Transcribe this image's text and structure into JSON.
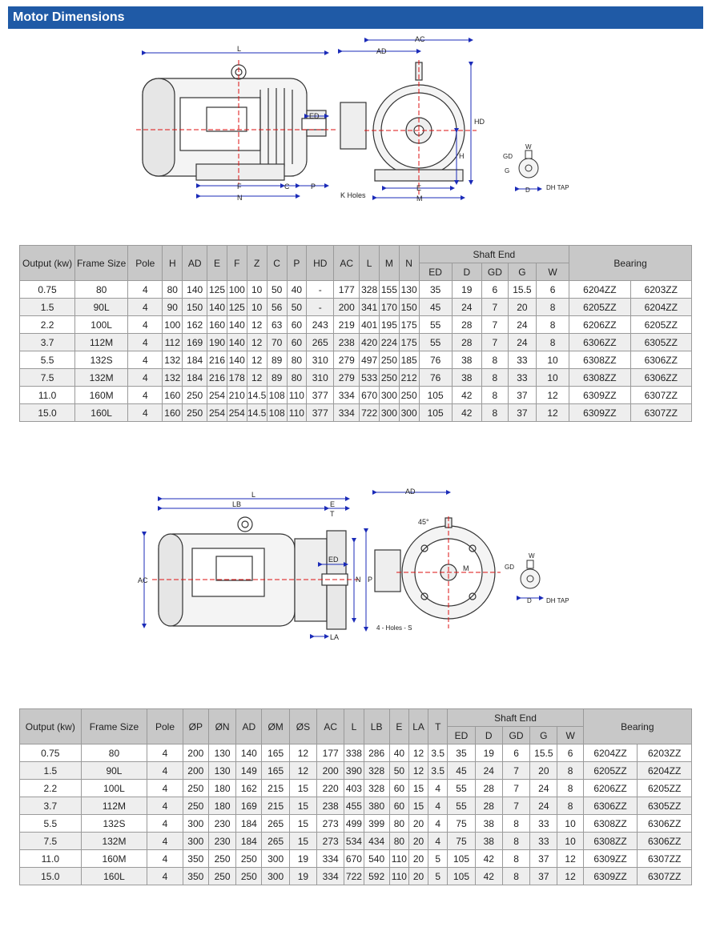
{
  "page_title": "Motor Dimensions",
  "drawing1": {
    "labels": {
      "L": "L",
      "AC": "AC",
      "AD": "AD",
      "ED": "ED",
      "HD": "HD",
      "H": "H",
      "GD": "GD",
      "W": "W",
      "G": "G",
      "F": "F",
      "C": "C",
      "P": "P",
      "N": "N",
      "E": "E",
      "M": "M",
      "D": "D",
      "DH": "DH TAP",
      "K": "K Holes"
    }
  },
  "drawing2": {
    "labels": {
      "L": "L",
      "LB": "LB",
      "E": "E",
      "T": "T",
      "AD": "AD",
      "AC": "AC",
      "ED": "ED",
      "N": "N",
      "P": "P",
      "LA": "LA",
      "ANGLE": "45°",
      "M": "M",
      "HOLES": "4 - Holes - S",
      "GD": "GD",
      "W": "W",
      "D": "D",
      "DH": "DH TAP"
    }
  },
  "table1": {
    "headers": [
      "Output (kw)",
      "Frame Size",
      "Pole",
      "H",
      "AD",
      "E",
      "F",
      "Z",
      "C",
      "P",
      "HD",
      "AC",
      "L",
      "M",
      "N"
    ],
    "shaft_end_label": "Shaft End",
    "shaft_headers": [
      "ED",
      "D",
      "GD",
      "G",
      "W"
    ],
    "bearing_label": "Bearing",
    "rows": [
      [
        "0.75",
        "80",
        "4",
        "80",
        "140",
        "125",
        "100",
        "10",
        "50",
        "40",
        "-",
        "177",
        "328",
        "155",
        "130",
        "35",
        "19",
        "6",
        "15.5",
        "6",
        "6204ZZ",
        "6203ZZ"
      ],
      [
        "1.5",
        "90L",
        "4",
        "90",
        "150",
        "140",
        "125",
        "10",
        "56",
        "50",
        "-",
        "200",
        "341",
        "170",
        "150",
        "45",
        "24",
        "7",
        "20",
        "8",
        "6205ZZ",
        "6204ZZ"
      ],
      [
        "2.2",
        "100L",
        "4",
        "100",
        "162",
        "160",
        "140",
        "12",
        "63",
        "60",
        "243",
        "219",
        "401",
        "195",
        "175",
        "55",
        "28",
        "7",
        "24",
        "8",
        "6206ZZ",
        "6205ZZ"
      ],
      [
        "3.7",
        "112M",
        "4",
        "112",
        "169",
        "190",
        "140",
        "12",
        "70",
        "60",
        "265",
        "238",
        "420",
        "224",
        "175",
        "55",
        "28",
        "7",
        "24",
        "8",
        "6306ZZ",
        "6305ZZ"
      ],
      [
        "5.5",
        "132S",
        "4",
        "132",
        "184",
        "216",
        "140",
        "12",
        "89",
        "80",
        "310",
        "279",
        "497",
        "250",
        "185",
        "76",
        "38",
        "8",
        "33",
        "10",
        "6308ZZ",
        "6306ZZ"
      ],
      [
        "7.5",
        "132M",
        "4",
        "132",
        "184",
        "216",
        "178",
        "12",
        "89",
        "80",
        "310",
        "279",
        "533",
        "250",
        "212",
        "76",
        "38",
        "8",
        "33",
        "10",
        "6308ZZ",
        "6306ZZ"
      ],
      [
        "11.0",
        "160M",
        "4",
        "160",
        "250",
        "254",
        "210",
        "14.5",
        "108",
        "110",
        "377",
        "334",
        "670",
        "300",
        "250",
        "105",
        "42",
        "8",
        "37",
        "12",
        "6309ZZ",
        "6307ZZ"
      ],
      [
        "15.0",
        "160L",
        "4",
        "160",
        "250",
        "254",
        "254",
        "14.5",
        "108",
        "110",
        "377",
        "334",
        "722",
        "300",
        "300",
        "105",
        "42",
        "8",
        "37",
        "12",
        "6309ZZ",
        "6307ZZ"
      ]
    ]
  },
  "table2": {
    "headers": [
      "Output (kw)",
      "Frame Size",
      "Pole",
      "ØP",
      "ØN",
      "AD",
      "ØM",
      "ØS",
      "AC",
      "L",
      "LB",
      "E",
      "LA",
      "T"
    ],
    "shaft_end_label": "Shaft End",
    "shaft_headers": [
      "ED",
      "D",
      "GD",
      "G",
      "W"
    ],
    "bearing_label": "Bearing",
    "rows": [
      [
        "0.75",
        "80",
        "4",
        "200",
        "130",
        "140",
        "165",
        "12",
        "177",
        "338",
        "286",
        "40",
        "12",
        "3.5",
        "35",
        "19",
        "6",
        "15.5",
        "6",
        "6204ZZ",
        "6203ZZ"
      ],
      [
        "1.5",
        "90L",
        "4",
        "200",
        "130",
        "149",
        "165",
        "12",
        "200",
        "390",
        "328",
        "50",
        "12",
        "3.5",
        "45",
        "24",
        "7",
        "20",
        "8",
        "6205ZZ",
        "6204ZZ"
      ],
      [
        "2.2",
        "100L",
        "4",
        "250",
        "180",
        "162",
        "215",
        "15",
        "220",
        "403",
        "328",
        "60",
        "15",
        "4",
        "55",
        "28",
        "7",
        "24",
        "8",
        "6206ZZ",
        "6205ZZ"
      ],
      [
        "3.7",
        "112M",
        "4",
        "250",
        "180",
        "169",
        "215",
        "15",
        "238",
        "455",
        "380",
        "60",
        "15",
        "4",
        "55",
        "28",
        "7",
        "24",
        "8",
        "6306ZZ",
        "6305ZZ"
      ],
      [
        "5.5",
        "132S",
        "4",
        "300",
        "230",
        "184",
        "265",
        "15",
        "273",
        "499",
        "399",
        "80",
        "20",
        "4",
        "75",
        "38",
        "8",
        "33",
        "10",
        "6308ZZ",
        "6306ZZ"
      ],
      [
        "7.5",
        "132M",
        "4",
        "300",
        "230",
        "184",
        "265",
        "15",
        "273",
        "534",
        "434",
        "80",
        "20",
        "4",
        "75",
        "38",
        "8",
        "33",
        "10",
        "6308ZZ",
        "6306ZZ"
      ],
      [
        "11.0",
        "160M",
        "4",
        "350",
        "250",
        "250",
        "300",
        "19",
        "334",
        "670",
        "540",
        "110",
        "20",
        "5",
        "105",
        "42",
        "8",
        "37",
        "12",
        "6309ZZ",
        "6307ZZ"
      ],
      [
        "15.0",
        "160L",
        "4",
        "350",
        "250",
        "250",
        "300",
        "19",
        "334",
        "722",
        "592",
        "110",
        "20",
        "5",
        "105",
        "42",
        "8",
        "37",
        "12",
        "6309ZZ",
        "6307ZZ"
      ]
    ]
  }
}
